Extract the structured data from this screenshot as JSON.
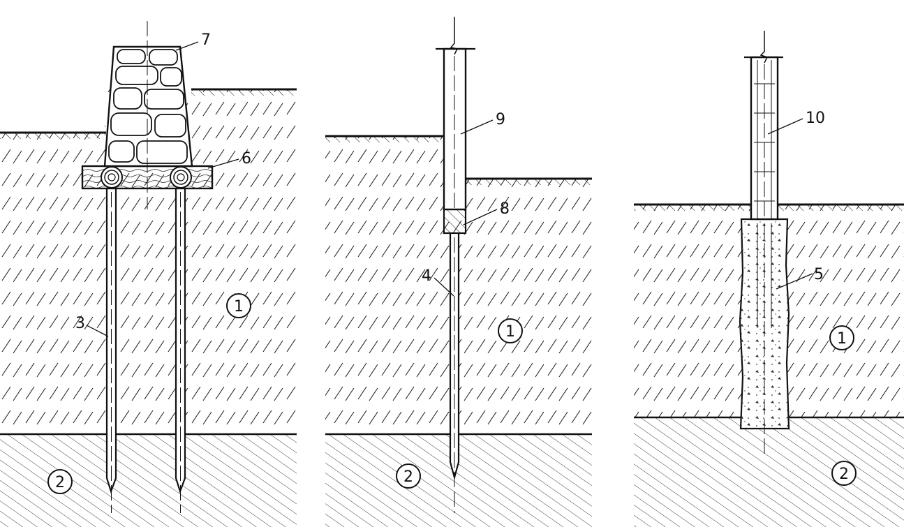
{
  "panels": [
    {
      "labels": {
        "stone_foundation": "7",
        "timber_cap": "6",
        "pile": "3",
        "soil_upper": "1",
        "soil_lower": "2"
      }
    },
    {
      "labels": {
        "column": "9",
        "joint_cap": "8",
        "pile": "4",
        "soil_upper": "1",
        "soil_lower": "2"
      }
    },
    {
      "labels": {
        "column": "10",
        "bored_pile": "5",
        "soil_upper": "1",
        "soil_lower": "2"
      }
    }
  ]
}
